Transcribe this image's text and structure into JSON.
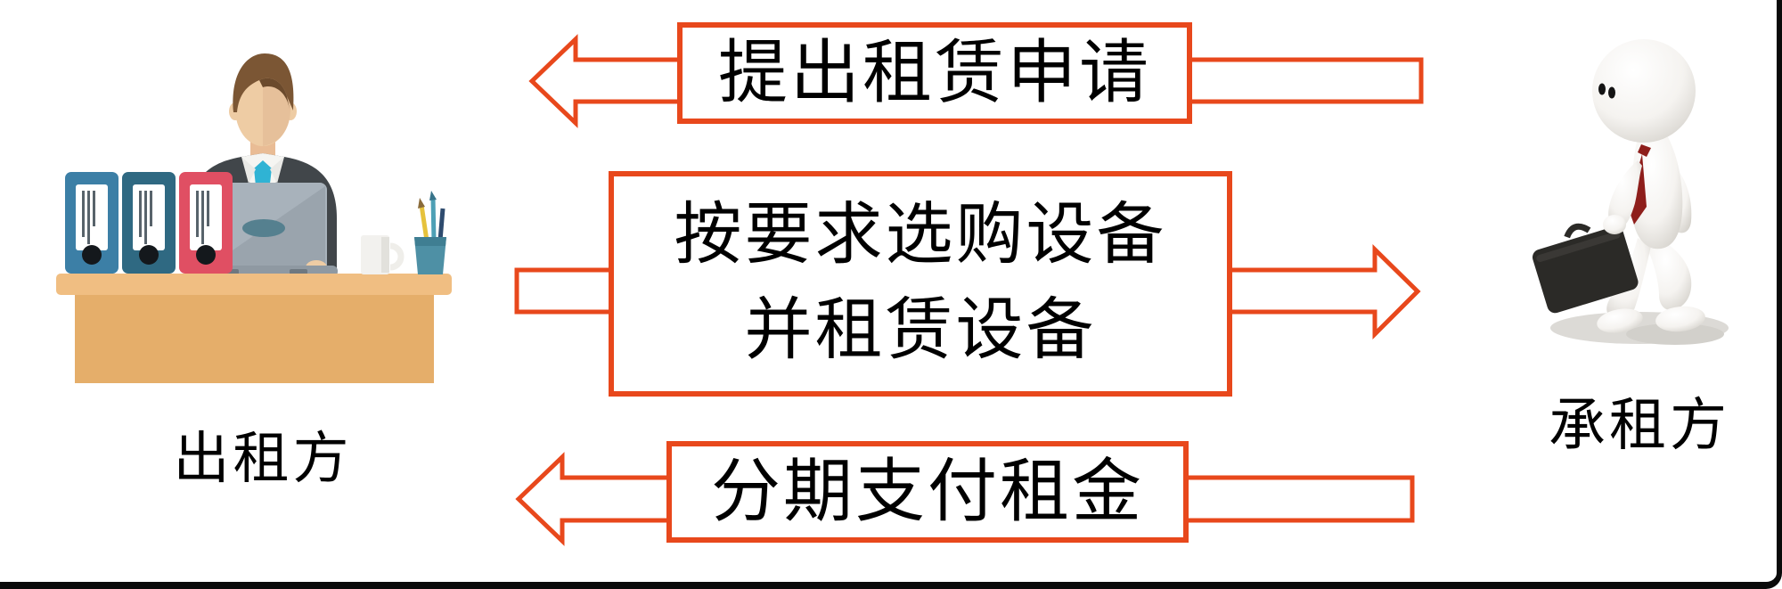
{
  "diagram": {
    "left_party": {
      "label": "出租方",
      "illustration": "businessman-at-desk"
    },
    "right_party": {
      "label": "承租方",
      "illustration": "walking-figure-with-briefcase"
    },
    "flows": [
      {
        "label": "提出租赁申请",
        "direction": "right-to-left",
        "from": "承租方",
        "to": "出租方"
      },
      {
        "line1": "按要求选购设备",
        "line2": "并租赁设备",
        "direction": "left-to-right",
        "from": "出租方",
        "to": "承租方"
      },
      {
        "label": "分期支付租金",
        "direction": "right-to-left",
        "from": "承租方",
        "to": "出租方"
      }
    ],
    "colors": {
      "arrow": "#E8481C",
      "frame": "#0A0A0A",
      "background": "#FFFFFF",
      "text": "#000000"
    }
  }
}
